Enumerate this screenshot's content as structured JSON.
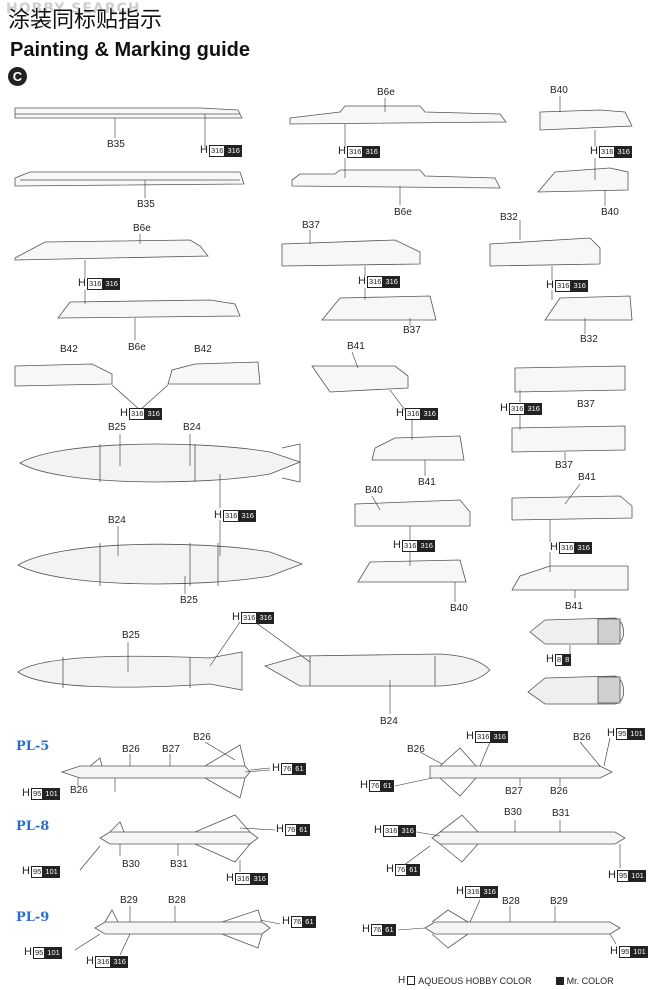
{
  "watermark": "HOBBY SEARCH",
  "title_cn": "涂装同标贴指示",
  "title_en": "Painting & Marking guide",
  "sheet": "C",
  "legend": {
    "h": "H",
    "aqueous": "AQUEOUS HOBBY COLOR",
    "mr": "Mr. COLOR"
  },
  "labels": {
    "b35": "B35",
    "b6e": "B6e",
    "b40": "B40",
    "b37": "B37",
    "b32": "B32",
    "b42": "B42",
    "b41": "B41",
    "b25": "B25",
    "b24": "B24",
    "b26": "B26",
    "b27": "B27",
    "b30": "B30",
    "b31": "B31",
    "b29": "B29",
    "b28": "B28"
  },
  "callouts": {
    "h": "H",
    "c316": "316",
    "c8": "8",
    "c76": "76",
    "c61": "61",
    "c95": "95",
    "c101": "101"
  },
  "missiles": {
    "pl5": "PL-5",
    "pl8": "PL-8",
    "pl9": "PL-9"
  }
}
